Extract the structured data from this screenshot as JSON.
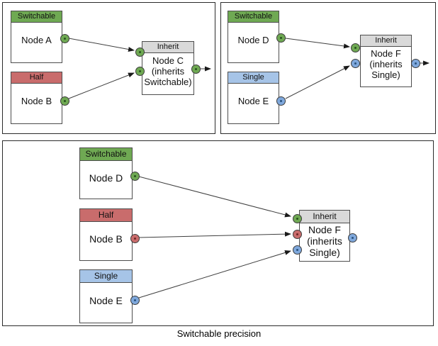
{
  "caption": "Switchable precision",
  "colors": {
    "switchable_green": "#6FA953",
    "half_red": "#C96C6C",
    "single_blue_header": "#A6C4E7",
    "single_blue_port": "#7FA8DC",
    "inherit_gray": "#D9D9D9"
  },
  "panels": [
    {
      "name": "switchable-inherit-example",
      "nodes": [
        {
          "header": "Switchable",
          "title": "Node A"
        },
        {
          "header": "Half",
          "title": "Node B"
        },
        {
          "header": "Inherit",
          "title": "Node C (inherits Switchable)"
        }
      ]
    },
    {
      "name": "single-inherit-example",
      "nodes": [
        {
          "header": "Switchable",
          "title": "Node D"
        },
        {
          "header": "Single",
          "title": "Node E"
        },
        {
          "header": "Inherit",
          "title": "Node F (inherits Single)"
        }
      ]
    },
    {
      "name": "combined-example",
      "nodes": [
        {
          "header": "Switchable",
          "title": "Node D"
        },
        {
          "header": "Half",
          "title": "Node B"
        },
        {
          "header": "Single",
          "title": "Node E"
        },
        {
          "header": "Inherit",
          "title": "Node F (inherits Single)"
        }
      ]
    }
  ]
}
